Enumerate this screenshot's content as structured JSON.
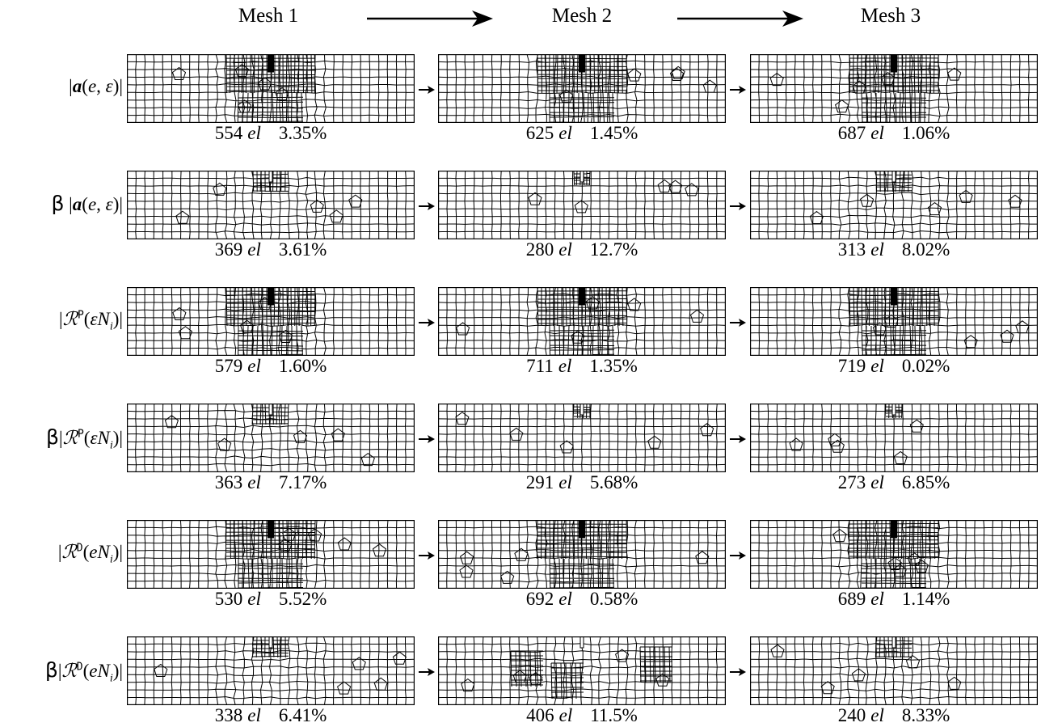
{
  "headers": [
    "Mesh 1",
    "Mesh 2",
    "Mesh 3"
  ],
  "el_unit": "el",
  "rows": [
    {
      "label": {
        "pre": "",
        "main": "|a(e,ε)|"
      },
      "cells": [
        {
          "count": "554",
          "pct": "3.35%"
        },
        {
          "count": "625",
          "pct": "1.45%"
        },
        {
          "count": "687",
          "pct": "1.06%"
        }
      ]
    },
    {
      "label": {
        "pre": "β",
        "main": "|a(e,ε)|"
      },
      "cells": [
        {
          "count": "369",
          "pct": "3.61%"
        },
        {
          "count": "280",
          "pct": "12.7%"
        },
        {
          "count": "313",
          "pct": "8.02%"
        }
      ]
    },
    {
      "label": {
        "pre": "",
        "main": "|R^P(εN_i)|"
      },
      "cells": [
        {
          "count": "579",
          "pct": "1.60%"
        },
        {
          "count": "711",
          "pct": "1.35%"
        },
        {
          "count": "719",
          "pct": "0.02%"
        }
      ]
    },
    {
      "label": {
        "pre": "β",
        "main": "|R^P(εN_i)|"
      },
      "cells": [
        {
          "count": "363",
          "pct": "7.17%"
        },
        {
          "count": "291",
          "pct": "5.68%"
        },
        {
          "count": "273",
          "pct": "6.85%"
        }
      ]
    },
    {
      "label": {
        "pre": "",
        "main": "|R^D(eN_i)|"
      },
      "cells": [
        {
          "count": "530",
          "pct": "5.52%"
        },
        {
          "count": "692",
          "pct": "0.58%"
        },
        {
          "count": "689",
          "pct": "1.14%"
        }
      ]
    },
    {
      "label": {
        "pre": "β",
        "main": "|R^D(eN_i)|"
      },
      "cells": [
        {
          "count": "338",
          "pct": "6.41%"
        },
        {
          "count": "406",
          "pct": "11.5%"
        },
        {
          "count": "240",
          "pct": "8.33%"
        }
      ]
    }
  ],
  "mesh_refinement": [
    [
      "strong",
      "strong",
      "strong"
    ],
    [
      "light",
      "minimal",
      "light"
    ],
    [
      "strong",
      "strong",
      "strong"
    ],
    [
      "light",
      "minimal",
      "minimal"
    ],
    [
      "strong",
      "strong",
      "strong"
    ],
    [
      "light",
      "spread",
      "light"
    ]
  ]
}
